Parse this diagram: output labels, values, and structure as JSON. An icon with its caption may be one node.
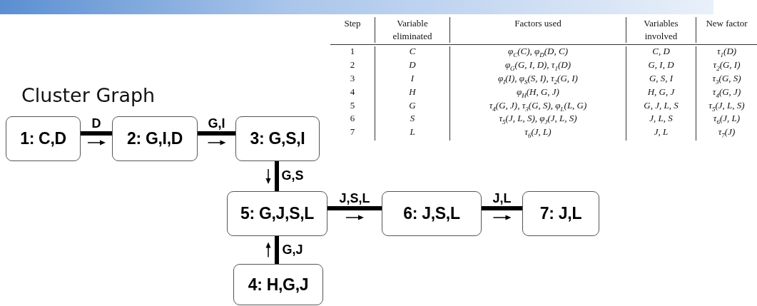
{
  "diagram": {
    "title": "Cluster Graph",
    "nodes": [
      {
        "text": [
          "1: C,D"
        ]
      },
      {
        "text": [
          "2: G,I,D"
        ]
      },
      {
        "text": [
          "3: G,S,I"
        ]
      },
      {
        "text": [
          "5: G,J,S,L"
        ]
      },
      {
        "text": [
          "6: J,S,L"
        ]
      },
      {
        "text": [
          "7: J,L"
        ]
      },
      {
        "text": [
          "4: H,G,J"
        ]
      }
    ],
    "edges": [
      {
        "from": 0,
        "to": 1,
        "arrow": "none",
        "label": "D"
      },
      {
        "from": 1,
        "to": 2,
        "arrow": "none",
        "label": "G,I"
      },
      {
        "from": 2,
        "to": 3,
        "arrow": "none",
        "label": "G,S"
      },
      {
        "from": 6,
        "to": 3,
        "arrow": "none",
        "label": "G,J"
      },
      {
        "from": 3,
        "to": 4,
        "arrow": "none",
        "label": "J,S,L"
      },
      {
        "from": 4,
        "to": 5,
        "arrow": "none",
        "label": "J,L"
      }
    ],
    "labels": [
      "Step",
      "Variable eliminated",
      "Factors used",
      "Variables involved",
      "New factor",
      "1",
      "C",
      "φ$_{C}$(C), φ$_{D}$(D, C)",
      "C, D",
      "τ$_{1}$(D)",
      "2",
      "D",
      "φ$_{G}$(G, I, D), τ$_{1}$(D)",
      "G, I, D",
      "τ$_{2}$(G, I)",
      "3",
      "I",
      "φ$_{I}$(I), φ$_{S}$(S, I), τ$_{2}$(G, I)",
      "G, S, I",
      "τ$_{3}$(G, S)",
      "4",
      "H",
      "φ$_{H}$(H, G, J)",
      "H, G, J",
      "τ$_{4}$(G, J)",
      "5",
      "G",
      "τ$_{4}$(G, J), τ$_{3}$(G, S), φ$_{L}$(L, G)",
      "G, J, L, S",
      "τ$_{5}$(J, L, S)",
      "6",
      "S",
      "τ$_{5}$(J, L, S), φ$_{J}$(J, L, S)",
      "J, L, S",
      "τ$_{6}$(J, L)",
      "7",
      "L",
      "τ$_{6}$(J, L)",
      "J, L",
      "τ$_{7}$(J)"
    ]
  }
}
